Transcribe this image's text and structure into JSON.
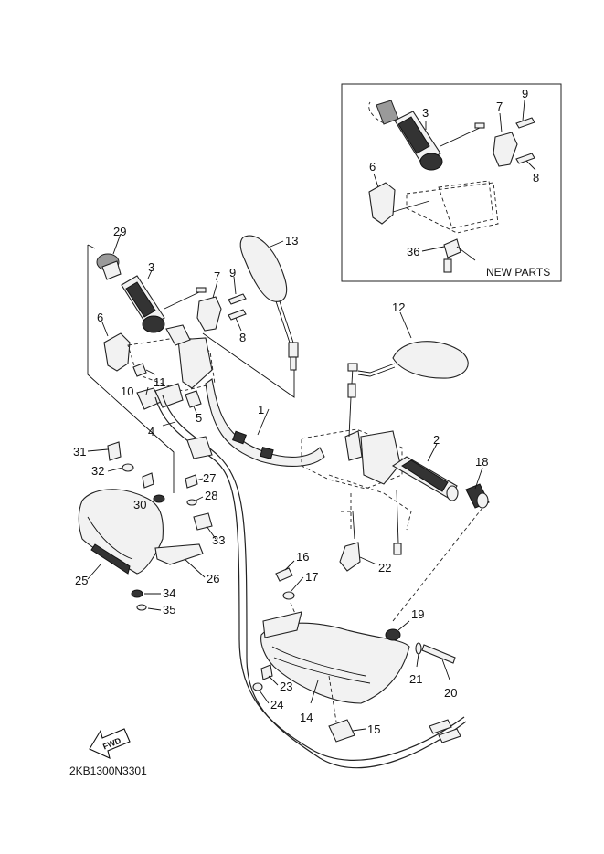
{
  "diagram_code": "2KB1300N3301",
  "inset": {
    "title": "NEW PARTS"
  },
  "fwd_label": "FWD",
  "callouts": {
    "c1": "1",
    "c2": "2",
    "c3": "3",
    "c4": "4",
    "c5": "5",
    "c6": "6",
    "c7": "7",
    "c8": "8",
    "c9": "9",
    "c10": "10",
    "c11": "11",
    "c12": "12",
    "c13": "13",
    "c14": "14",
    "c15": "15",
    "c16": "16",
    "c17": "17",
    "c18": "18",
    "c19": "19",
    "c20": "20",
    "c21": "21",
    "c22": "22",
    "c23": "23",
    "c24": "24",
    "c25": "25",
    "c26": "26",
    "c27": "27",
    "c28": "28",
    "c29": "29",
    "c30": "30",
    "c31": "31",
    "c32": "32",
    "c33": "33",
    "c34": "34",
    "c35": "35",
    "c36": "36",
    "i3": "3",
    "i6": "6",
    "i7": "7",
    "i8": "8",
    "i9": "9",
    "i36": "36"
  }
}
